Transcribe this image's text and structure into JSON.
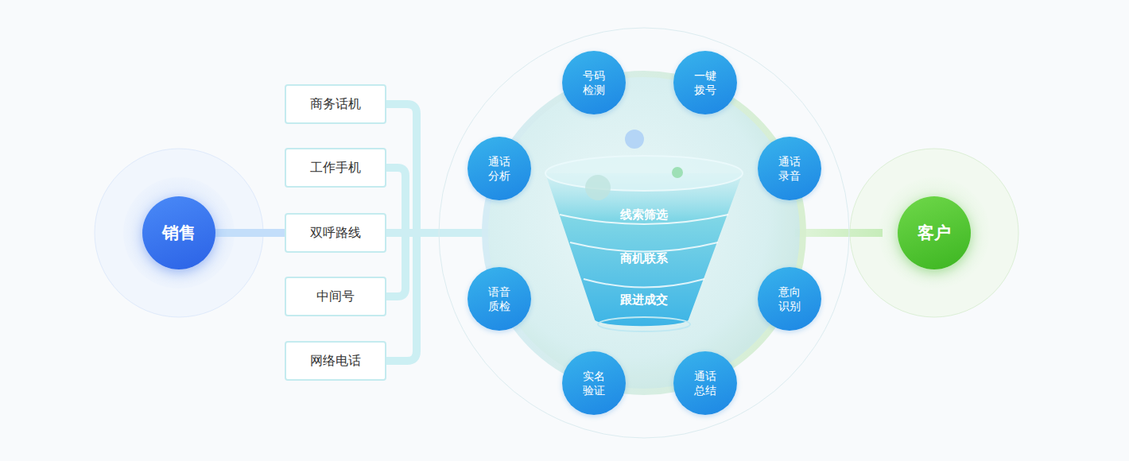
{
  "diagram": {
    "nodes": [
      {
        "text": [
          "销售"
        ]
      },
      {
        "text": [
          "商务话机"
        ]
      },
      {
        "text": [
          "工作手机"
        ]
      },
      {
        "text": [
          "双呼路线"
        ]
      },
      {
        "text": [
          "中间号"
        ]
      },
      {
        "text": [
          "网络电话"
        ]
      },
      {
        "text": [
          "号码检测"
        ]
      },
      {
        "text": [
          "一键拨号"
        ]
      },
      {
        "text": [
          "通话分析"
        ]
      },
      {
        "text": [
          "通话录音"
        ]
      },
      {
        "text": [
          "语音质检"
        ]
      },
      {
        "text": [
          "意向识别"
        ]
      },
      {
        "text": [
          "实名验证"
        ]
      },
      {
        "text": [
          "通话总结"
        ]
      },
      {
        "text": [
          "线索筛选"
        ]
      },
      {
        "text": [
          "商机联系"
        ]
      },
      {
        "text": [
          "跟进成交"
        ]
      },
      {
        "text": [
          "客户"
        ]
      }
    ],
    "edges": [
      {
        "from": 0,
        "to": 3,
        "arrow": "none"
      }
    ]
  }
}
